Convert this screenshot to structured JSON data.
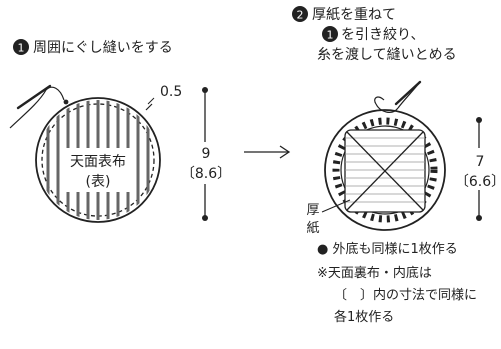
{
  "step1": {
    "number": "1",
    "instruction": "周囲にぐし縫いをする",
    "fabric_label_line1": "天面表布",
    "fabric_label_line2": "(表)",
    "seam_allowance": "0.5",
    "diameter": "9",
    "diameter_inner": "〔8.6〕"
  },
  "step2": {
    "number": "2",
    "instruction_line1": "厚紙を重ねて",
    "instruction_line2_ref": "1",
    "instruction_line2": "を引き絞り、",
    "instruction_line3": "糸を渡して縫いとめる",
    "cardboard_label_line1": "厚",
    "cardboard_label_line2": "紙",
    "diameter": "7",
    "diameter_inner": "〔6.6〕"
  },
  "notes": {
    "line1": "● 外底も同様に1枚作る",
    "line2": "※天面裏布・内底は",
    "line3": "〔　〕内の寸法で同様に",
    "line4": "各1枚作る"
  }
}
